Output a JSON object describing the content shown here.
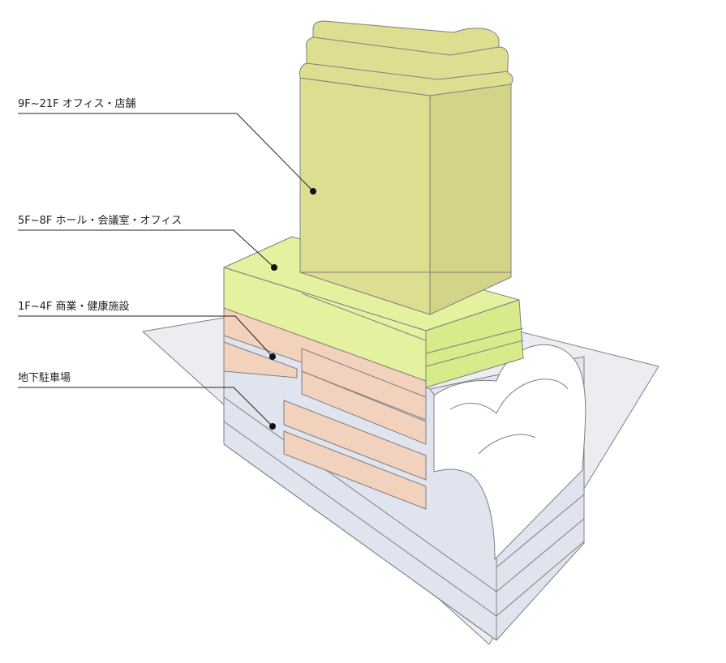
{
  "labels": [
    {
      "id": "upper",
      "text": "9F~21F オフィス・店舗"
    },
    {
      "id": "mid",
      "text": "5F~8F ホール・会議室・オフィス"
    },
    {
      "id": "low",
      "text": "1F~4F 商業・健康施設"
    },
    {
      "id": "base",
      "text": "地下駐車場"
    }
  ],
  "colors": {
    "tower": "#dede90",
    "tower_side": "#d3d488",
    "podium": "#e4f2a0",
    "podium_side": "#d6eb8a",
    "commercial": "#f2d1bd",
    "base": "#e0e4ef",
    "ground": "#ecedf2",
    "edge": "#7f7f7f"
  }
}
